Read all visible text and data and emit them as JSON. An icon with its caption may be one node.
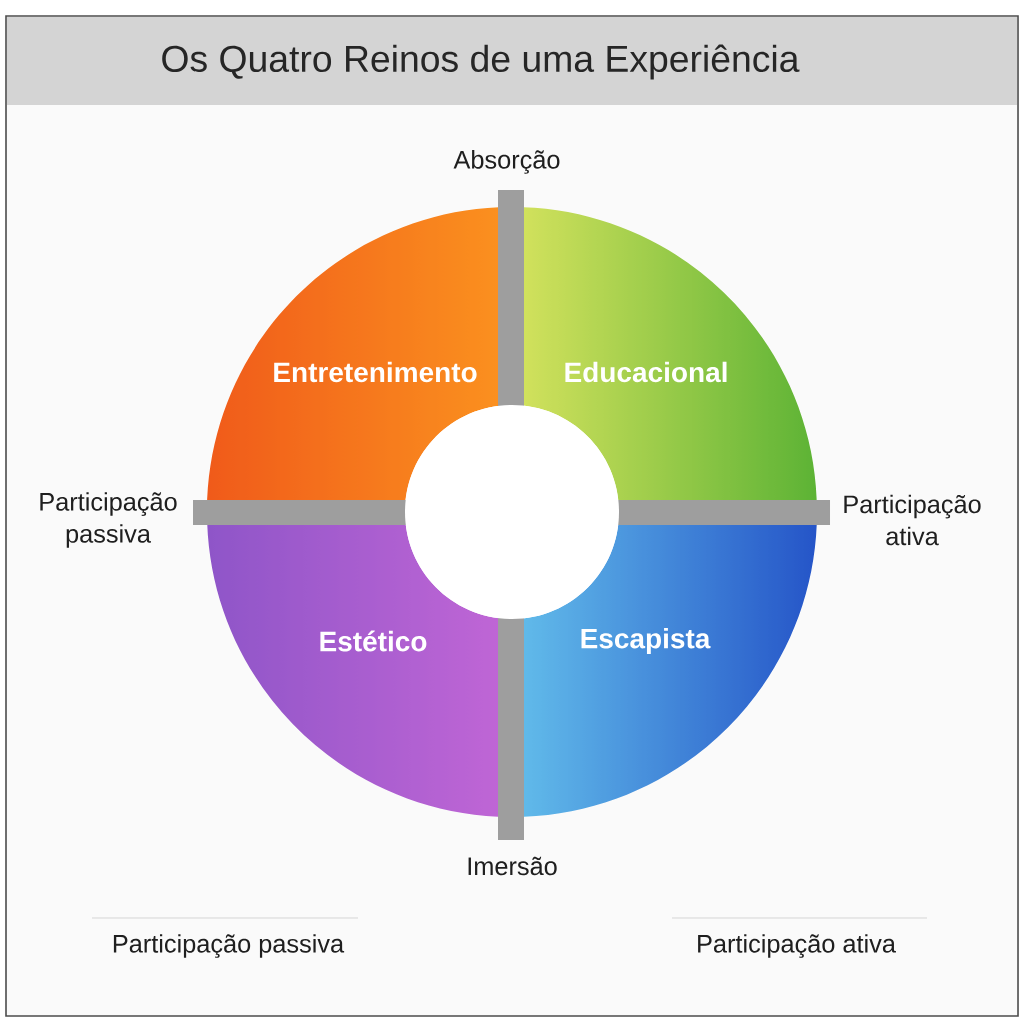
{
  "diagram": {
    "title": "Os Quatro Reinos de uma Experiência",
    "nodes": [
      {
        "text": [
          "Entretenimento"
        ]
      },
      {
        "text": [
          "Educacional"
        ]
      },
      {
        "text": [
          "Estético"
        ]
      },
      {
        "text": [
          "Escapista"
        ]
      },
      {
        "text": [],
        "shape": "circle"
      }
    ],
    "edges": [],
    "labels": [
      "Absorção",
      "Participação passiva",
      "Participação ativa",
      "Imersão",
      "Participação passiva",
      "Participação ativa"
    ]
  }
}
